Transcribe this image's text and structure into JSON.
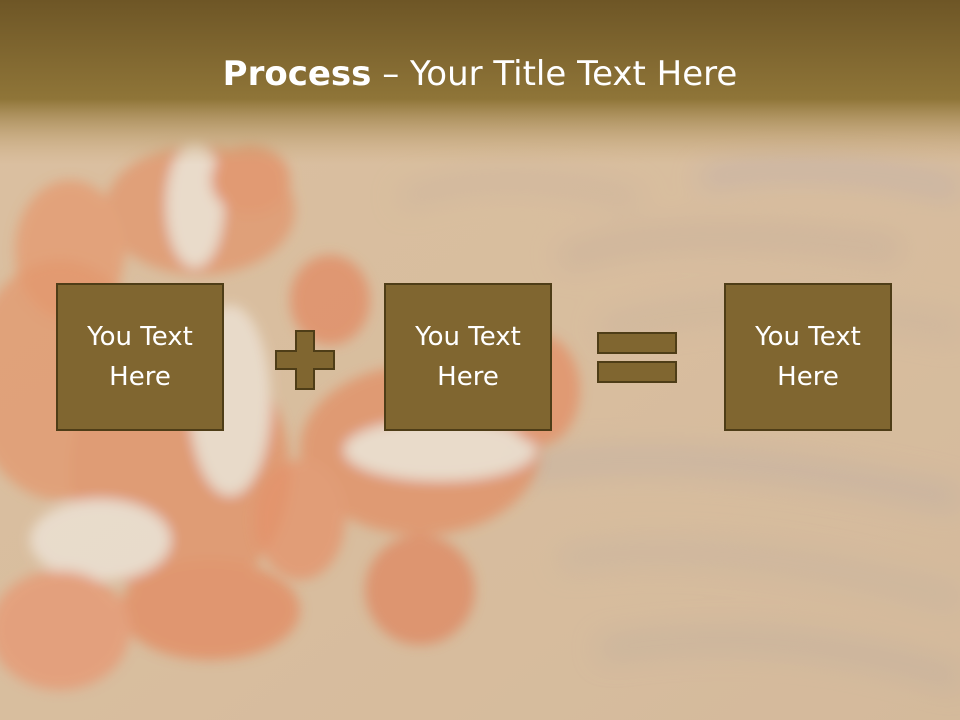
{
  "title": {
    "bold": "Process",
    "dash": " – ",
    "rest": "Your Title Text Here"
  },
  "boxes": [
    {
      "text": "You Text Here"
    },
    {
      "text": "You Text Here"
    },
    {
      "text": "You Text Here"
    }
  ],
  "operators": {
    "plus": "plus-icon",
    "equals": "equals-icon"
  },
  "colors": {
    "title_band": "#8a6e30",
    "box_fill": "#806630",
    "box_border": "#4e3d17",
    "operator_fill": "#806630",
    "text": "#ffffff"
  }
}
